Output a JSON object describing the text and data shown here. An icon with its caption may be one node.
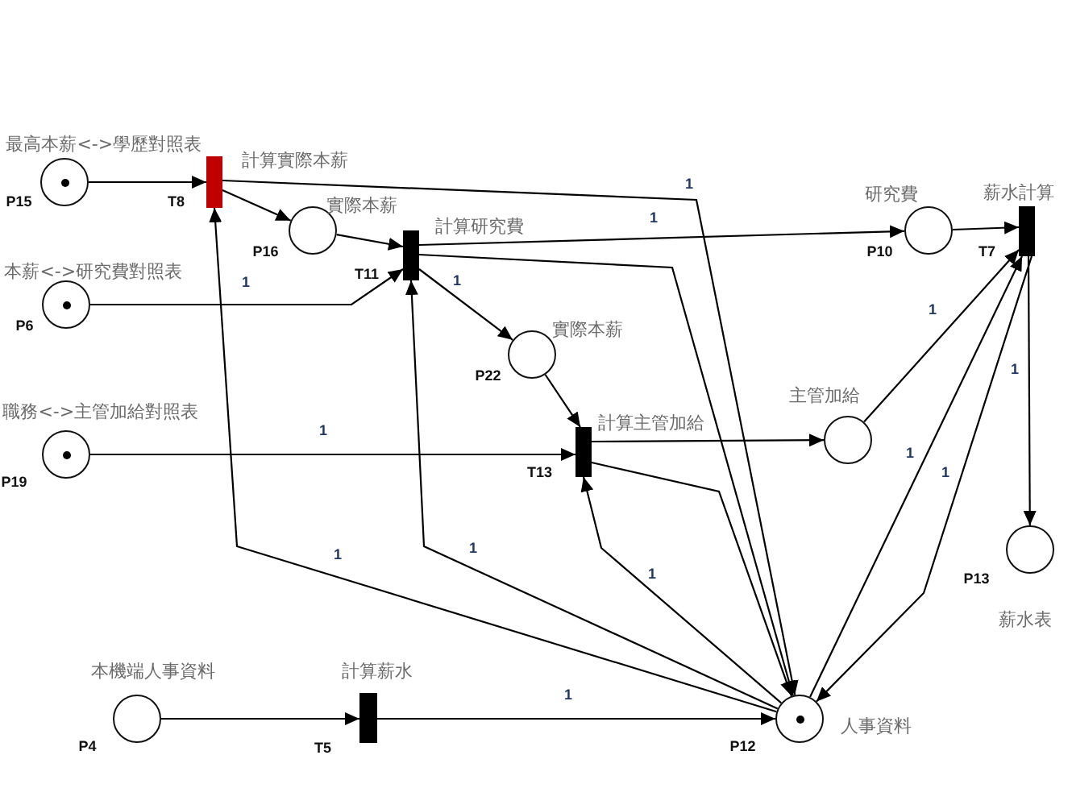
{
  "diagram": {
    "nodes": [
      {
        "text": [
          "最高本薪<->學歷對照表",
          "P15"
        ]
      },
      {
        "text": [
          "計算實際本薪",
          "T8"
        ]
      },
      {
        "text": [
          "實際本薪",
          "P16"
        ]
      },
      {
        "text": [
          "計算研究費",
          "T11"
        ]
      },
      {
        "text": [
          "研究費",
          "P10"
        ]
      },
      {
        "text": [
          "薪水計算",
          "T7"
        ]
      },
      {
        "text": [
          "本薪<->研究費對照表",
          "P6"
        ]
      },
      {
        "text": [
          "實際本薪",
          "P22"
        ]
      },
      {
        "text": [
          "職務<->主管加給對照表",
          "P19"
        ]
      },
      {
        "text": [
          "計算主管加給",
          "T13"
        ]
      },
      {
        "text": [
          "主管加給"
        ]
      },
      {
        "text": [
          "P13",
          "薪水表"
        ]
      },
      {
        "text": [
          "本機端人事資料",
          "P4"
        ]
      },
      {
        "text": [
          "計算薪水",
          "T5"
        ]
      },
      {
        "text": [
          "P12",
          "人事資料"
        ]
      }
    ],
    "edges": [
      {
        "from": 0,
        "to": 1,
        "arrow": "to"
      },
      {
        "from": 1,
        "to": 2,
        "arrow": "to"
      },
      {
        "from": 1,
        "to": 14,
        "arrow": "to",
        "label": "1"
      },
      {
        "from": 2,
        "to": 3,
        "arrow": "to"
      },
      {
        "from": 6,
        "to": 3,
        "arrow": "to",
        "label": "1"
      },
      {
        "from": 3,
        "to": 4,
        "arrow": "to",
        "label": "1"
      },
      {
        "from": 3,
        "to": 7,
        "arrow": "to",
        "label": "1"
      },
      {
        "from": 3,
        "to": 14,
        "arrow": "to"
      },
      {
        "from": 7,
        "to": 9,
        "arrow": "to"
      },
      {
        "from": 8,
        "to": 9,
        "arrow": "to",
        "label": "1"
      },
      {
        "from": 9,
        "to": 10,
        "arrow": "to"
      },
      {
        "from": 9,
        "to": 14,
        "arrow": "to"
      },
      {
        "from": 10,
        "to": 5,
        "arrow": "to",
        "label": "1"
      },
      {
        "from": 4,
        "to": 5,
        "arrow": "to"
      },
      {
        "from": 5,
        "to": 11,
        "arrow": "to",
        "label": "1"
      },
      {
        "from": 14,
        "to": 5,
        "arrow": "to",
        "label": "1"
      },
      {
        "from": 5,
        "to": 14,
        "arrow": "to",
        "label": "1"
      },
      {
        "from": 14,
        "to": 1,
        "arrow": "to",
        "label": "1"
      },
      {
        "from": 14,
        "to": 3,
        "arrow": "to",
        "label": "1"
      },
      {
        "from": 14,
        "to": 9,
        "arrow": "to",
        "label": "1"
      },
      {
        "from": 12,
        "to": 13,
        "arrow": "to"
      },
      {
        "from": 13,
        "to": 14,
        "arrow": "to",
        "label": "1"
      }
    ]
  }
}
